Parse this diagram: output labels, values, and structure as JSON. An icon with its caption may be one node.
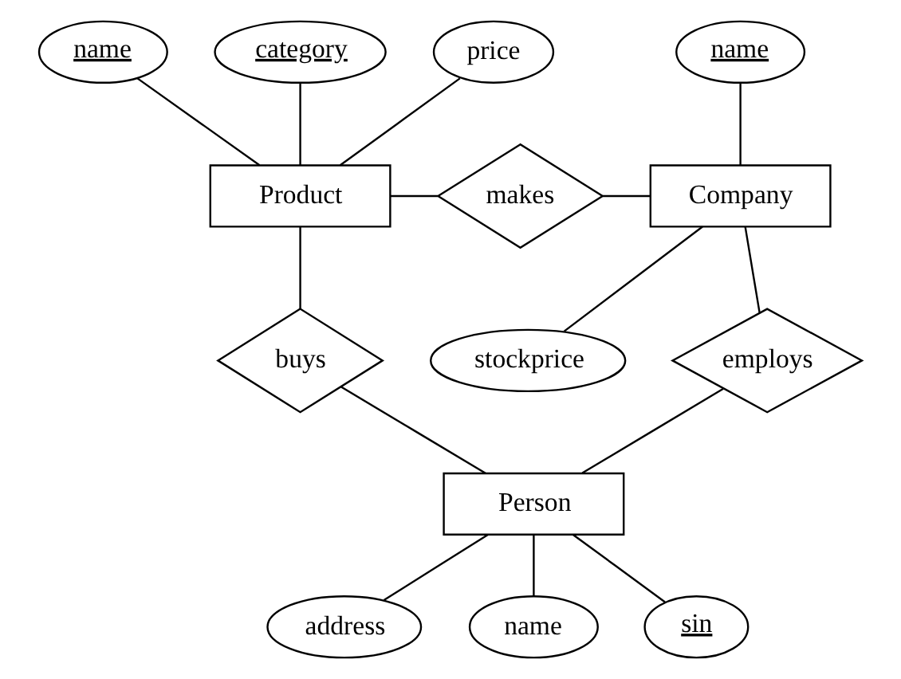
{
  "diagram": {
    "nodes": [
      {
        "text": [
          "Product"
        ]
      },
      {
        "text": [
          "makes"
        ]
      },
      {
        "text": [
          "Company"
        ]
      },
      {
        "text": [
          "buys"
        ]
      },
      {
        "text": [
          "employs"
        ]
      },
      {
        "text": [
          "Person"
        ]
      },
      {
        "text": [
          "name"
        ]
      },
      {
        "text": [
          "category"
        ]
      },
      {
        "text": [
          "price"
        ]
      },
      {
        "text": [
          "name"
        ]
      },
      {
        "text": [
          "stockprice"
        ]
      },
      {
        "text": [
          "address"
        ]
      },
      {
        "text": [
          "name"
        ]
      },
      {
        "text": [
          "sin"
        ]
      }
    ],
    "edges": [
      {
        "from": 6,
        "to": 0,
        "arrow": "none"
      },
      {
        "from": 7,
        "to": 0,
        "arrow": "none"
      },
      {
        "from": 8,
        "to": 0,
        "arrow": "none"
      },
      {
        "from": 0,
        "to": 1,
        "arrow": "none"
      },
      {
        "from": 1,
        "to": 2,
        "arrow": "none"
      },
      {
        "from": 9,
        "to": 2,
        "arrow": "none"
      },
      {
        "from": 2,
        "to": 10,
        "arrow": "none"
      },
      {
        "from": 0,
        "to": 3,
        "arrow": "none"
      },
      {
        "from": 3,
        "to": 5,
        "arrow": "none"
      },
      {
        "from": 2,
        "to": 4,
        "arrow": "none"
      },
      {
        "from": 4,
        "to": 5,
        "arrow": "none"
      },
      {
        "from": 5,
        "to": 11,
        "arrow": "none"
      },
      {
        "from": 5,
        "to": 12,
        "arrow": "none"
      },
      {
        "from": 5,
        "to": 13,
        "arrow": "none"
      }
    ]
  }
}
